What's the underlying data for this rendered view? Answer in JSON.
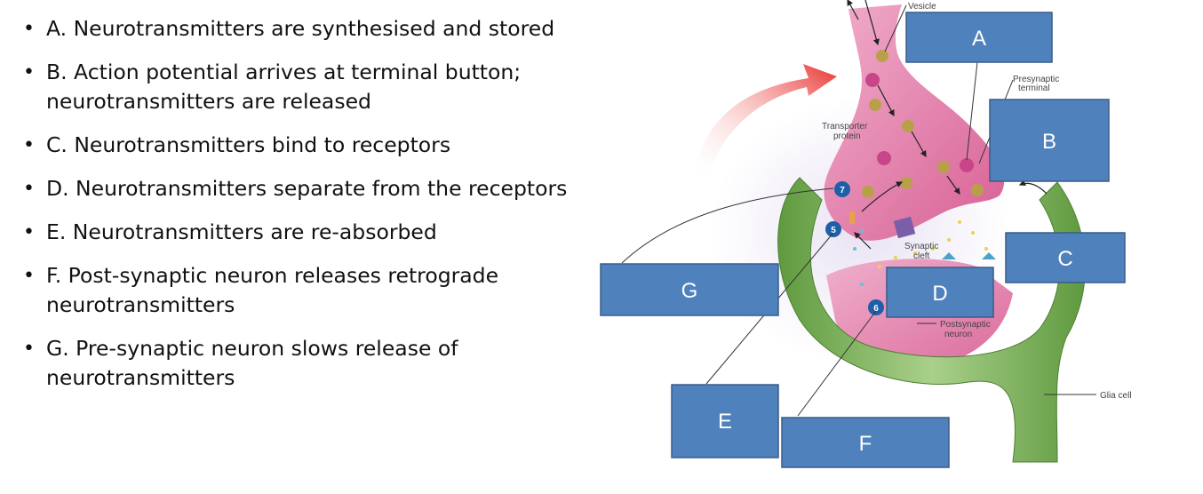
{
  "steps": [
    {
      "text": "A. Neurotransmitters are synthesised and stored"
    },
    {
      "text": "B. Action potential arrives at terminal button; neurotransmitters are released"
    },
    {
      "text": "C. Neurotransmitters bind to receptors"
    },
    {
      "text": "D. Neurotransmitters separate from the receptors"
    },
    {
      "text": "E. Neurotransmitters are re-absorbed"
    },
    {
      "text": "F. Post-synaptic neuron releases retrograde neurotransmitters"
    },
    {
      "text": "G. Pre-synaptic neuron slows release of neurotransmitters"
    }
  ],
  "bullet_char": "•",
  "diagram": {
    "boxes": [
      {
        "letter": "A"
      },
      {
        "letter": "B"
      },
      {
        "letter": "C"
      },
      {
        "letter": "D"
      },
      {
        "letter": "E"
      },
      {
        "letter": "F"
      },
      {
        "letter": "G"
      }
    ],
    "labels": {
      "vesicle": "Vesicle",
      "presynaptic_1": "Presynaptic",
      "presynaptic_2": "terminal",
      "transporter_1": "Transporter",
      "transporter_2": "protein",
      "synaptic_1": "Synaptic",
      "synaptic_2": "cleft",
      "postsynaptic_1": "Postsynaptic",
      "postsynaptic_2": "neuron",
      "glia": "Glia cell"
    },
    "markers": [
      "7",
      "5",
      "6"
    ],
    "colors": {
      "box_fill": "#4f81bd",
      "presynaptic": "#e07aa6",
      "glia": "#7fae5c",
      "arrow": "#e8322f"
    }
  }
}
